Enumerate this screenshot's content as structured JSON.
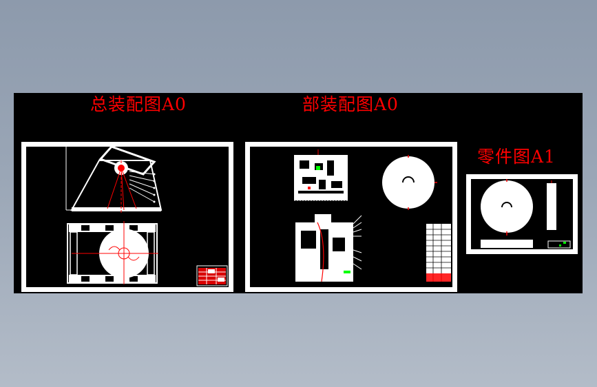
{
  "sheets": [
    {
      "title": "总装配图A0"
    },
    {
      "title": "部装配图A0"
    },
    {
      "title": "零件图A1"
    }
  ],
  "colors": {
    "background": "#9aa6b6",
    "canvas": "#000000",
    "title_text": "#ff0000",
    "line_white": "#ffffff",
    "line_red": "#ff0000",
    "line_green": "#00ff00"
  }
}
